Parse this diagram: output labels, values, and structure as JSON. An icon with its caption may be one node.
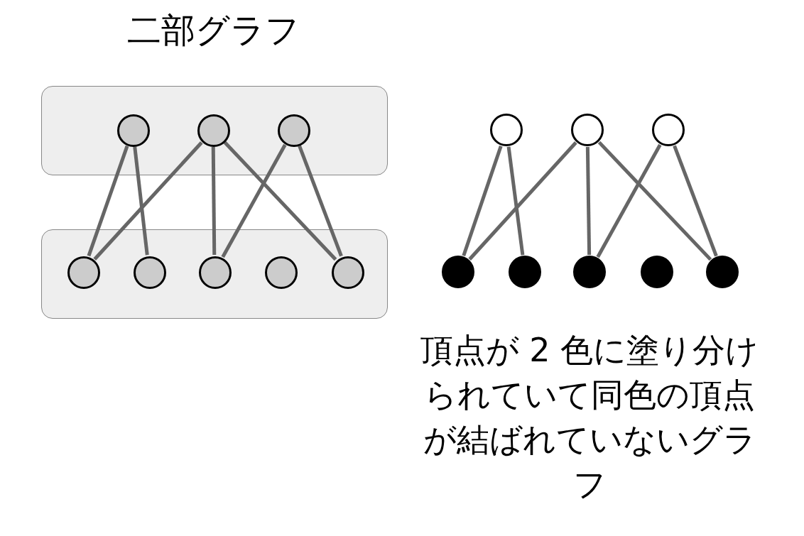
{
  "diagram": {
    "title": "二部グラフ",
    "nodes": [
      {
        "text": [],
        "shape": "box"
      },
      {
        "text": [],
        "shape": "box"
      },
      {
        "text": [],
        "shape": "circle",
        "in": 0
      },
      {
        "text": [],
        "shape": "circle",
        "in": 0
      },
      {
        "text": [],
        "shape": "circle",
        "in": 0
      },
      {
        "text": [],
        "shape": "circle",
        "in": 1
      },
      {
        "text": [],
        "shape": "circle",
        "in": 1
      },
      {
        "text": [],
        "shape": "circle",
        "in": 1
      },
      {
        "text": [],
        "shape": "circle",
        "in": 1
      },
      {
        "text": [],
        "shape": "circle",
        "in": 1
      },
      {
        "text": [],
        "shape": "circle"
      },
      {
        "text": [],
        "shape": "circle"
      },
      {
        "text": [],
        "shape": "circle"
      },
      {
        "text": [],
        "shape": "circle"
      },
      {
        "text": [],
        "shape": "circle"
      },
      {
        "text": [],
        "shape": "circle"
      },
      {
        "text": [],
        "shape": "circle"
      },
      {
        "text": [],
        "shape": "circle"
      }
    ],
    "edges": [
      {
        "from": 2,
        "to": 5,
        "arrow": "none"
      },
      {
        "from": 2,
        "to": 6,
        "arrow": "none"
      },
      {
        "from": 3,
        "to": 5,
        "arrow": "none"
      },
      {
        "from": 3,
        "to": 7,
        "arrow": "none"
      },
      {
        "from": 3,
        "to": 9,
        "arrow": "none"
      },
      {
        "from": 4,
        "to": 7,
        "arrow": "none"
      },
      {
        "from": 4,
        "to": 9,
        "arrow": "none"
      },
      {
        "from": 10,
        "to": 13,
        "arrow": "none"
      },
      {
        "from": 10,
        "to": 14,
        "arrow": "none"
      },
      {
        "from": 11,
        "to": 13,
        "arrow": "none"
      },
      {
        "from": 11,
        "to": 15,
        "arrow": "none"
      },
      {
        "from": 11,
        "to": 17,
        "arrow": "none"
      },
      {
        "from": 12,
        "to": 15,
        "arrow": "none"
      },
      {
        "from": 12,
        "to": 17,
        "arrow": "none"
      }
    ],
    "labels": [
      "頂点が 2 色に塗り分けられていて同色の頂点が結ばれていないグラフ"
    ]
  }
}
